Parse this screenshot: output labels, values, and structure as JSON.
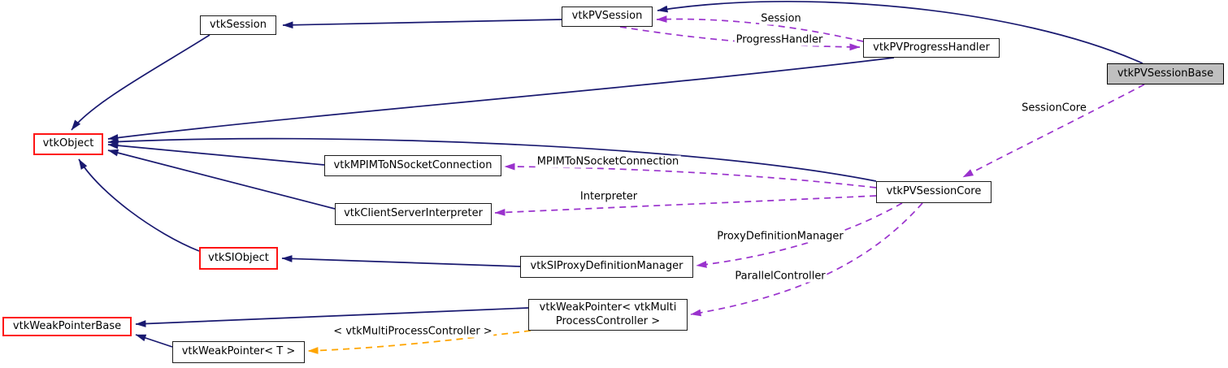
{
  "diagram": {
    "nodes": {
      "vtkSession": {
        "label": "vtkSession"
      },
      "vtkPVSession": {
        "label": "vtkPVSession"
      },
      "vtkPVProgressHandler": {
        "label": "vtkPVProgressHandler"
      },
      "vtkPVSessionBase": {
        "label": "vtkPVSessionBase"
      },
      "vtkObject": {
        "label": "vtkObject"
      },
      "vtkMPIMToNSocketConnection": {
        "label": "vtkMPIMToNSocketConnection"
      },
      "vtkClientServerInterpreter": {
        "label": "vtkClientServerInterpreter"
      },
      "vtkPVSessionCore": {
        "label": "vtkPVSessionCore"
      },
      "vtkSIObject": {
        "label": "vtkSIObject"
      },
      "vtkSIProxyDefinitionManager": {
        "label": "vtkSIProxyDefinitionManager"
      },
      "vtkWeakPointerMulti": {
        "label": "vtkWeakPointer< vtkMulti\nProcessController >"
      },
      "vtkWeakPointerBase": {
        "label": "vtkWeakPointerBase"
      },
      "vtkWeakPointerT": {
        "label": "vtkWeakPointer< T >"
      }
    },
    "edge_labels": {
      "session": "Session",
      "progress_handler": "ProgressHandler",
      "session_core": "SessionCore",
      "mpim": "MPIMToNSocketConnection",
      "interpreter": "Interpreter",
      "proxy_def_manager": "ProxyDefinitionManager",
      "parallel_controller": "ParallelController",
      "template_args": "< vtkMultiProcessController >"
    },
    "colors": {
      "inheritance_edge": "#191970",
      "usage_edge": "#9a32cd",
      "template_edge": "#ffa500",
      "highlight_fill": "#bfbfbf",
      "link_border": "#fe1414",
      "node_border": "#1c1c1c"
    }
  }
}
